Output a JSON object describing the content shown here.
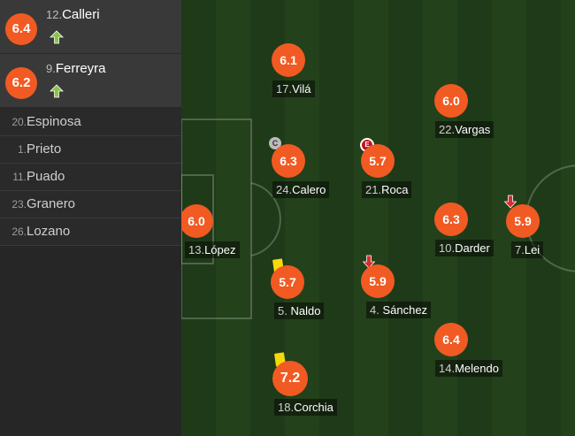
{
  "substitutes": [
    {
      "rating": "6.4",
      "number": "12.",
      "name": "Calleri",
      "icon": "sub-on-arrow-icon"
    },
    {
      "rating": "6.2",
      "number": "9.",
      "name": "Ferreyra",
      "icon": "sub-on-arrow-icon"
    }
  ],
  "bench": [
    {
      "number": "20.",
      "name": "Espinosa"
    },
    {
      "number": "1.",
      "name": "Prieto"
    },
    {
      "number": "11.",
      "name": "Puado"
    },
    {
      "number": "23.",
      "name": "Granero"
    },
    {
      "number": "26.",
      "name": "Lozano"
    }
  ],
  "players": [
    {
      "rating": "6.1",
      "number": "17.",
      "name": "Vilá"
    },
    {
      "rating": "6.0",
      "number": "22.",
      "name": "Vargas"
    },
    {
      "rating": "6.3",
      "number": "24.",
      "name": "Calero",
      "badge": "C"
    },
    {
      "rating": "5.7",
      "number": "21.",
      "name": "Roca",
      "badge": "E"
    },
    {
      "rating": "6.0",
      "number": "13.",
      "name": "López"
    },
    {
      "rating": "6.3",
      "number": "10.",
      "name": "Darder"
    },
    {
      "rating": "5.9",
      "number": "7.",
      "name": "Lei"
    },
    {
      "rating": "5.7",
      "number": "5.",
      "name": "Naldo"
    },
    {
      "rating": "5.9",
      "number": "4.",
      "name": "Sánchez"
    },
    {
      "rating": "6.4",
      "number": "14.",
      "name": "Melendo"
    },
    {
      "rating": "7.2",
      "number": "18.",
      "name": "Corchia"
    }
  ],
  "colors": {
    "rating": "#f15a22",
    "pitch_dark": "#1f3a18",
    "pitch_light": "#23411b",
    "sub_on": "#8bc34a",
    "sub_off": "#d32f2f",
    "yellow_card": "#f5d90a"
  }
}
